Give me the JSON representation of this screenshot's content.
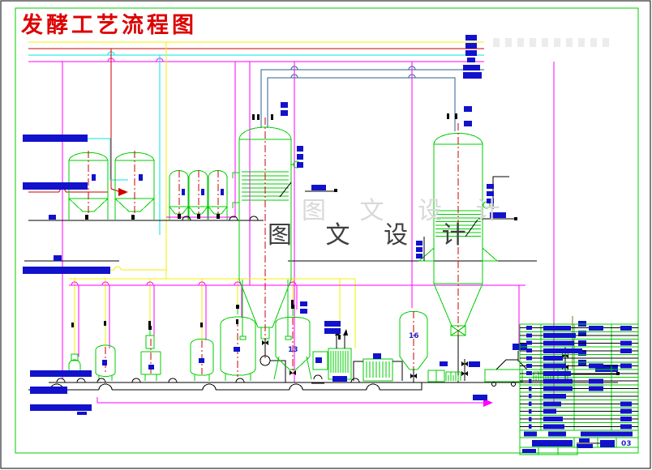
{
  "drawing": {
    "title": "发酵工艺流程图",
    "watermark": "图 文 设 计",
    "type": "fermentation process flow diagram (CAD)"
  },
  "equipment_labels": {
    "tank13": "13",
    "tank16": "16"
  },
  "title_block": {
    "sheet_no": "03",
    "redacted_rows": [
      {
        "w2": 34,
        "c3": true,
        "c4": true,
        "dash": false
      },
      {
        "w2": 40,
        "c3": false,
        "c4": false,
        "dash": false
      },
      {
        "w2": 38,
        "c3": false,
        "c4": true,
        "dash": false
      },
      {
        "w2": 48,
        "c3": false,
        "c4": true,
        "dash": false
      },
      {
        "w2": 24,
        "c3": false,
        "c4": false,
        "dash": false
      },
      {
        "w2": 28,
        "c3": true,
        "c4": true,
        "dash": false
      },
      {
        "w2": 34,
        "c3": false,
        "c4": false,
        "dash": false
      },
      {
        "w2": 36,
        "c3": true,
        "c4": false,
        "dash": true
      },
      {
        "w2": 36,
        "c3": true,
        "c4": false,
        "dash": true
      },
      {
        "w2": 28,
        "c3": false,
        "c4": false,
        "dash": true
      },
      {
        "w2": 22,
        "c3": false,
        "c4": true,
        "dash": true
      },
      {
        "w2": 16,
        "c3": false,
        "c4": true,
        "dash": true
      },
      {
        "w2": 24,
        "c3": false,
        "c4": true,
        "dash": true
      },
      {
        "w2": 26,
        "c3": false,
        "c4": true,
        "dash": true
      }
    ]
  },
  "colors": {
    "frame_green": "#00cc00",
    "equipment_green": "#00cc00",
    "pipe_yellow": "#f2f200",
    "pipe_red": "#cc0000",
    "pipe_cyan": "#00e6e6",
    "pipe_magenta": "#ff00ff",
    "pipe_navy": "#2b5f8e",
    "pipe_olive": "#8a6d1d",
    "label_blue": "#1212cc",
    "centerline_red": "#cc0000",
    "title_red": "#dd0000",
    "watermark_gray": "#3f3f3f"
  }
}
